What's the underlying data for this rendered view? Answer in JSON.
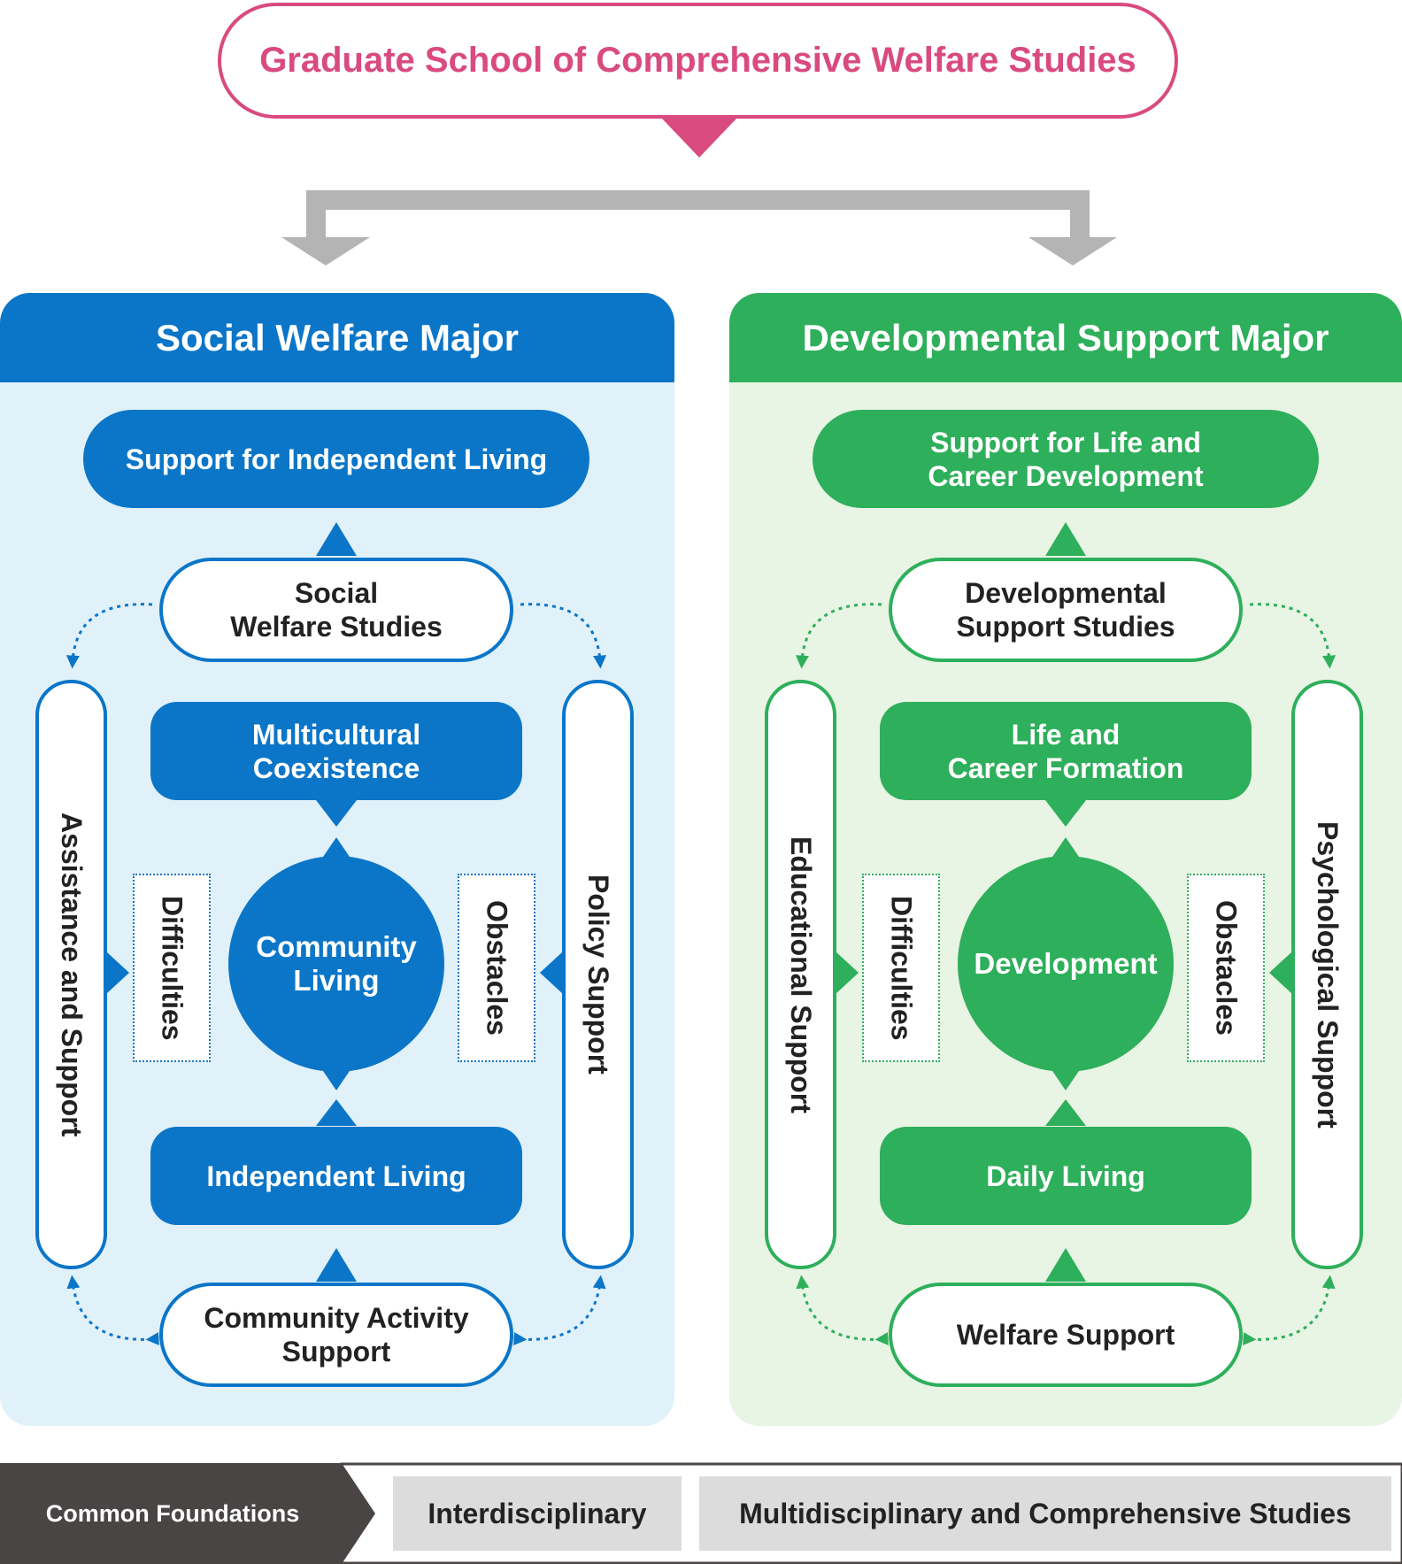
{
  "school": {
    "title": "Graduate School of Comprehensive Welfare Studies"
  },
  "colors": {
    "pink": "#d94a7f",
    "blue": "#0b76c8",
    "blue_bg": "#e1f1fa",
    "green": "#2eaf5b",
    "green_bg": "#e8f4e4",
    "gray_arrow": "#b4b4b4",
    "dark": "#4a4545"
  },
  "social_welfare": {
    "title": "Social Welfare Major",
    "goal": "Support for Independent Living",
    "studies": [
      "Social",
      "Welfare Studies"
    ],
    "left_support": "Assistance and Support",
    "right_support": "Policy Support",
    "top_area": [
      "Multicultural",
      "Coexistence"
    ],
    "center": [
      "Community",
      "Living"
    ],
    "left_issue": "Difficulties",
    "right_issue": "Obstacles",
    "bottom_area": "Independent Living",
    "base": [
      "Community Activity",
      "Support"
    ]
  },
  "developmental_support": {
    "title": "Developmental Support Major",
    "goal": [
      "Support for Life and",
      "Career Development"
    ],
    "studies": [
      "Developmental",
      "Support Studies"
    ],
    "left_support": "Educational Support",
    "right_support": "Psychological Support",
    "top_area": [
      "Life and",
      "Career Formation"
    ],
    "center": "Development",
    "left_issue": "Difficulties",
    "right_issue": "Obstacles",
    "bottom_area": "Daily Living",
    "base": "Welfare Support"
  },
  "common": {
    "label": "Common Foundations",
    "items": [
      "Interdisciplinary",
      "Multidisciplinary and Comprehensive Studies"
    ]
  }
}
